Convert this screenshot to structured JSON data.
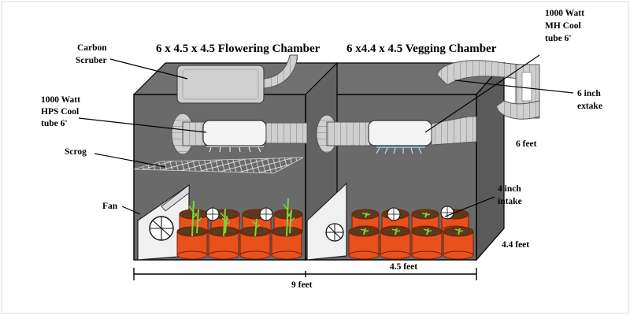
{
  "titles": {
    "flowering": "6 x 4.5 x 4.5 Flowering Chamber",
    "vegging": "6 x4.4 x 4.5 Vegging Chamber"
  },
  "labels": {
    "carbon": [
      "Carbon",
      "Scruber"
    ],
    "hps": [
      "1000 Watt",
      "HPS Cool",
      "tube 6'"
    ],
    "scrog": "Scrog",
    "fan": "Fan",
    "mh": [
      "1000 Watt",
      "MH Cool",
      "tube 6'"
    ],
    "extake": [
      "6 inch",
      "extake"
    ],
    "intake": [
      "4 inch",
      "intake"
    ],
    "height": "6 feet",
    "depth": "4.4 feet",
    "half_width": "4.5 feet",
    "total_width": "9 feet"
  },
  "colors": {
    "tent_front": "#666666",
    "tent_back": "#5a5a5a",
    "duct": "#c8c8c8",
    "pot": "#e8501c",
    "plant": "#7fd43a",
    "hps_glow": "#fff8d0",
    "mh_glow": "#9fe8ff"
  }
}
